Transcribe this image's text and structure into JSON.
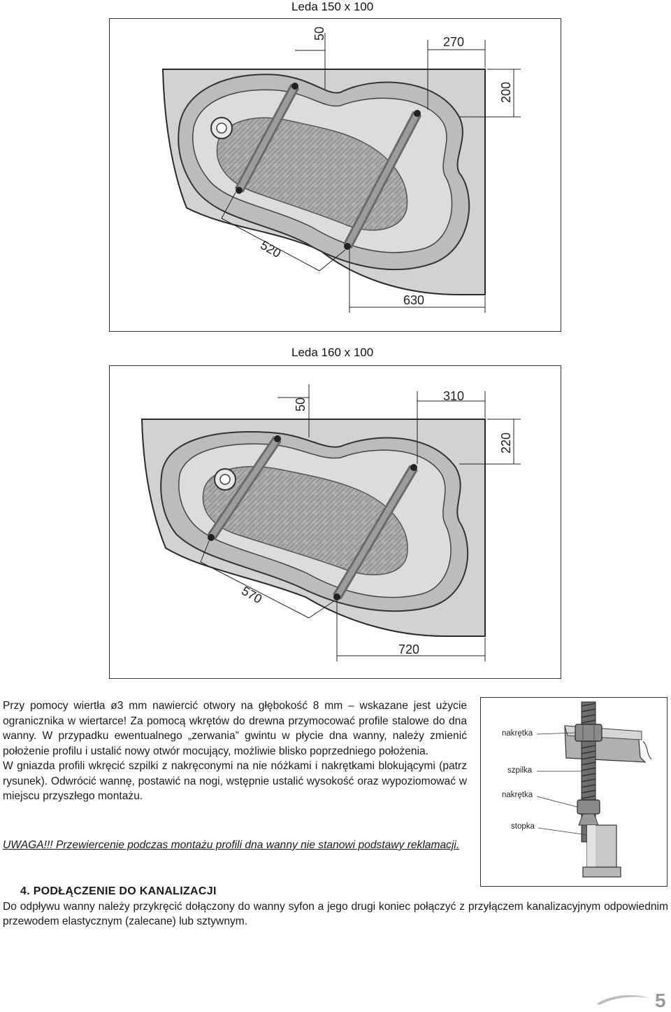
{
  "figure1": {
    "title": "Leda 150 x 100",
    "dims": {
      "d50": "50",
      "d270": "270",
      "d200": "200",
      "d520": "520",
      "d630": "630"
    }
  },
  "figure2": {
    "title": "Leda 160 x 100",
    "dims": {
      "d50": "50",
      "d310": "310",
      "d220": "220",
      "d570": "570",
      "d720": "720"
    }
  },
  "instructions": {
    "p1": "Przy pomocy wiertła ø3 mm nawiercić otwory na głębokość 8 mm – wskazane jest użycie ogranicznika w wiertarce! Za pomocą wkrętów do drewna przymocować profile stalowe do dna wanny. W przypadku ewentualnego „zerwania” gwintu w płycie dna wanny, należy zmienić położenie profilu i ustalić nowy otwór mocujący, możliwie blisko poprzedniego położenia.",
    "p2": "W gniazda profili wkręcić szpilki z nakręconymi na nie nóżkami i nakrętkami blokującymi (patrz rysunek). Odwrócić wannę, postawić na nogi, wstępnie ustalić wysokość oraz wypoziomować w miejscu przyszłego montażu."
  },
  "warning": "UWAGA!!! Przewiercenie podczas montażu profili dna wanny nie stanowi podstawy reklamacji.",
  "leg_figure": {
    "labels": {
      "nut_top": "nakrętka",
      "stud": "szpilka",
      "nut_bottom": "nakrętka",
      "foot": "stopka"
    }
  },
  "section4": {
    "heading": "4. PODŁĄCZENIE DO KANALIZACJI",
    "body": "Do odpływu wanny należy przykręcić dołączony do wanny syfon a jego drugi koniec połączyć z przyłączem kanalizacyjnym odpowiednim przewodem elastycznym (zalecane) lub sztywnym."
  },
  "page_number": "5"
}
